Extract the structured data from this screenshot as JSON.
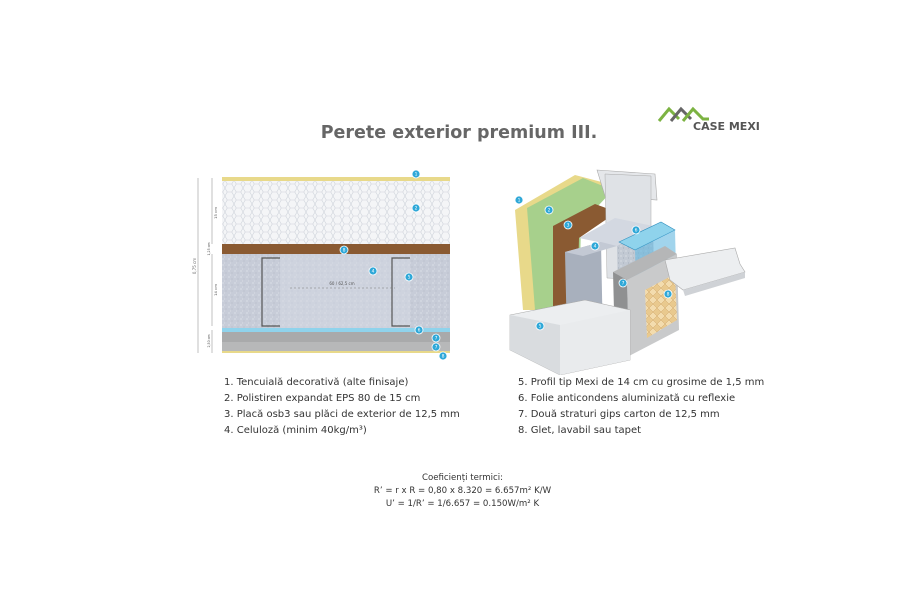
{
  "title": "Perete exterior premium III.",
  "logo": {
    "brand": "CASE MEXI",
    "colors": {
      "green": "#7cb342",
      "gray": "#666666"
    }
  },
  "section": {
    "dim_total": "0,75 cm",
    "dim_eps": "15 cm",
    "dim_osb": "1,25 cm",
    "dim_cell": "14 cm",
    "dim_gips": "2,50 cm",
    "dim_spacing": "60 / 62,5 cm",
    "markers": [
      "1",
      "2",
      "8",
      "4",
      "5",
      "6",
      "7",
      "7",
      "8"
    ]
  },
  "iso": {
    "markers": [
      "1",
      "2",
      "3",
      "4",
      "5",
      "6",
      "7",
      "8"
    ]
  },
  "legend_left": [
    "1. Tencuială decorativă (alte finisaje)",
    "2. Polistiren expandat EPS 80 de 15 cm",
    "3. Placă osb3 sau plăci de exterior de 12,5 mm",
    "4. Celuloză (minim 40kg/m³)"
  ],
  "legend_right": [
    "5. Profil tip Mexi de 14 cm cu grosime de 1,5 mm",
    "6. Folie anticondens aluminizată cu reflexie",
    "7. Două straturi gips carton de 12,5 mm",
    "8. Glet, lavabil sau tapet"
  ],
  "coefficients": {
    "heading": "Coeficienți termici:",
    "r_line": "R’ = r x R = 0,80 x 8.320 = 6.657m² K/W",
    "u_line": "U’ = 1/R’ = 1/6.657 = 0.150W/m² K"
  },
  "colors": {
    "render": "#e8d98a",
    "eps": "#f4f5f7",
    "osb": "#8a5a32",
    "cellulose": "#c7ccd8",
    "foil": "#8fd3ec",
    "gips": "#a9aaab",
    "marker": "#2fa8d8",
    "green_eps": "#a7d08c"
  }
}
